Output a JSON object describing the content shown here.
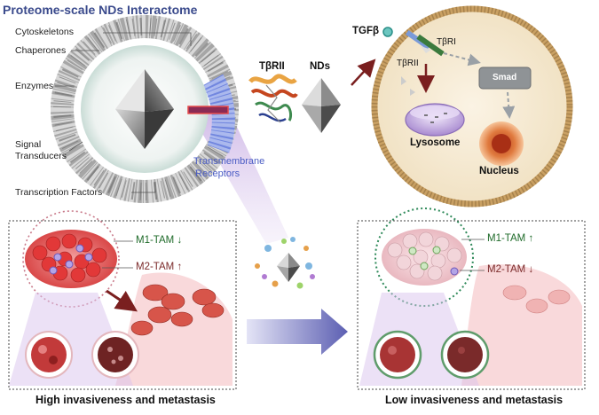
{
  "title": "Proteome-scale NDs Interactome",
  "interactome_labels": {
    "cytoskeletons": "Cytoskeletons",
    "chaperones": "Chaperones",
    "enzymes": "Enzymes",
    "signal_transducers_1": "Signal",
    "signal_transducers_2": "Transducers",
    "transcription_factors": "Transcription Factors",
    "transmembrane_1": "Transmembrane",
    "transmembrane_2": "Receptors"
  },
  "binding": {
    "receptor": "TβRII",
    "nanodiamond": "NDs"
  },
  "cell": {
    "ligand": "TGFβ",
    "receptor_1": "TβRI",
    "receptor_2": "TβRII",
    "smad": "Smad",
    "lysosome": "Lysosome",
    "nucleus": "Nucleus"
  },
  "high_panel": {
    "m1": "M1-TAM",
    "m1_arrow": "↓",
    "m2": "M2-TAM",
    "m2_arrow": "↑",
    "caption": "High invasiveness and metastasis"
  },
  "low_panel": {
    "m1": "M1-TAM",
    "m1_arrow": "↑",
    "m2": "M2-TAM",
    "m2_arrow": "↓",
    "caption": "Low invasiveness and metastasis"
  },
  "colors": {
    "title": "#3a4a8c",
    "transmembrane": "#4a5cc4",
    "m1_green": "#1f6b2a",
    "m2_red": "#7b2a2a",
    "arrow_dark_red": "#7a1f1f"
  }
}
